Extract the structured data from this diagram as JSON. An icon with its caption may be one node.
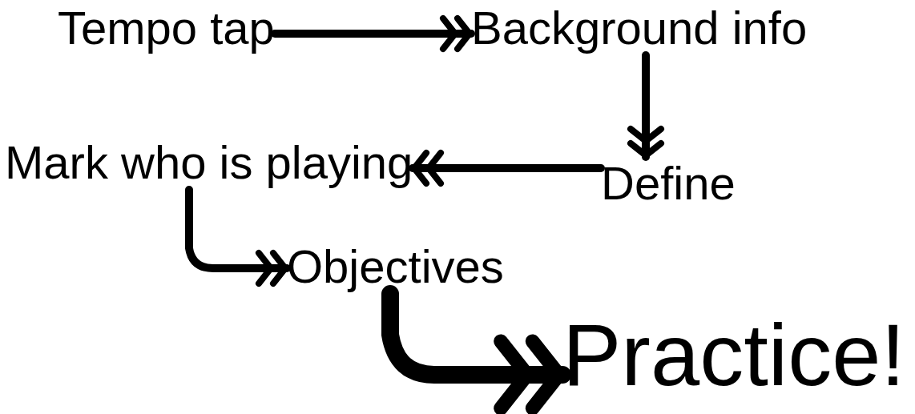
{
  "diagram": {
    "nodes": [
      {
        "text": [
          "Tempo tap"
        ]
      },
      {
        "text": [
          "Background info"
        ]
      },
      {
        "text": [
          "Define"
        ]
      },
      {
        "text": [
          "Mark who is playing"
        ]
      },
      {
        "text": [
          "Objectives"
        ]
      },
      {
        "text": [
          "Practice!"
        ]
      }
    ],
    "edges": [
      {
        "from": 0,
        "to": 1,
        "arrow": "to"
      },
      {
        "from": 1,
        "to": 2,
        "arrow": "to"
      },
      {
        "from": 2,
        "to": 3,
        "arrow": "to"
      },
      {
        "from": 3,
        "to": 4,
        "arrow": "to"
      },
      {
        "from": 4,
        "to": 5,
        "arrow": "to",
        "style": "thick"
      }
    ]
  }
}
